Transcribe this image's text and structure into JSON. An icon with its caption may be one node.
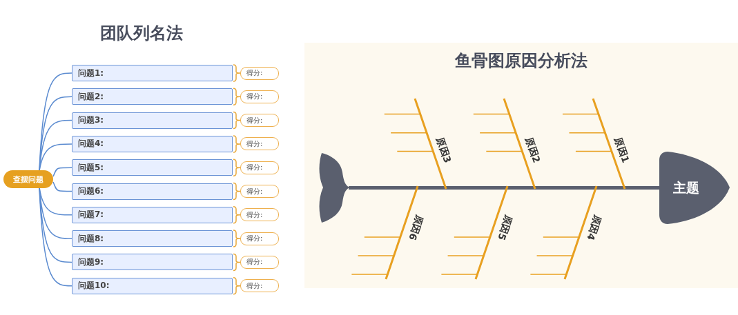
{
  "diagram": {
    "nodes": [
      {
        "text": [
          "查摆问题"
        ]
      },
      {
        "text": [
          "问题1:"
        ]
      },
      {
        "text": [
          "问题2:"
        ]
      },
      {
        "text": [
          "问题3:"
        ]
      },
      {
        "text": [
          "问题4:"
        ]
      },
      {
        "text": [
          "问题5:"
        ]
      },
      {
        "text": [
          "问题6:"
        ]
      },
      {
        "text": [
          "问题7:"
        ]
      },
      {
        "text": [
          "问题8:"
        ]
      },
      {
        "text": [
          "问题9:"
        ]
      },
      {
        "text": [
          "问题10:"
        ]
      },
      {
        "text": [
          "得分:"
        ]
      },
      {
        "text": [
          "得分:"
        ]
      },
      {
        "text": [
          "得分:"
        ]
      },
      {
        "text": [
          "得分:"
        ]
      },
      {
        "text": [
          "得分:"
        ]
      },
      {
        "text": [
          "得分:"
        ]
      },
      {
        "text": [
          "得分:"
        ]
      },
      {
        "text": [
          "得分:"
        ]
      },
      {
        "text": [
          "得分:"
        ]
      },
      {
        "text": [
          "得分:"
        ]
      },
      {
        "text": [],
        "shape": "tail"
      },
      {
        "text": [
          "主题"
        ]
      }
    ],
    "edges": [
      {
        "from": 0,
        "to": 1,
        "arrow": "none",
        "color": "#5b8bd0"
      },
      {
        "from": 0,
        "to": 2,
        "arrow": "none",
        "color": "#5b8bd0"
      },
      {
        "from": 0,
        "to": 3,
        "arrow": "none",
        "color": "#5b8bd0"
      },
      {
        "from": 0,
        "to": 4,
        "arrow": "none",
        "color": "#5b8bd0"
      },
      {
        "from": 0,
        "to": 5,
        "arrow": "none",
        "color": "#5b8bd0"
      },
      {
        "from": 0,
        "to": 6,
        "arrow": "none",
        "color": "#5b8bd0"
      },
      {
        "from": 0,
        "to": 7,
        "arrow": "none",
        "color": "#5b8bd0"
      },
      {
        "from": 0,
        "to": 8,
        "arrow": "none",
        "color": "#5b8bd0"
      },
      {
        "from": 0,
        "to": 9,
        "arrow": "none",
        "color": "#5b8bd0"
      },
      {
        "from": 0,
        "to": 10,
        "arrow": "none",
        "color": "#5b8bd0"
      },
      {
        "from": 1,
        "to": 11,
        "arrow": "none",
        "color": "#e8a838"
      },
      {
        "from": 2,
        "to": 12,
        "arrow": "none",
        "color": "#e8a838"
      },
      {
        "from": 3,
        "to": 13,
        "arrow": "none",
        "color": "#e8a838"
      },
      {
        "from": 4,
        "to": 14,
        "arrow": "none",
        "color": "#e8a838"
      },
      {
        "from": 5,
        "to": 15,
        "arrow": "none",
        "color": "#e8a838"
      },
      {
        "from": 6,
        "to": 16,
        "arrow": "none",
        "color": "#e8a838"
      },
      {
        "from": 7,
        "to": 17,
        "arrow": "none",
        "color": "#e8a838"
      },
      {
        "from": 8,
        "to": 18,
        "arrow": "none",
        "color": "#e8a838"
      },
      {
        "from": 9,
        "to": 19,
        "arrow": "none",
        "color": "#e8a838"
      },
      {
        "from": 10,
        "to": 20,
        "arrow": "none",
        "color": "#e8a838"
      },
      {
        "from": 21,
        "to": 22,
        "arrow": "none",
        "style": "thick",
        "color": "#5a5f6e"
      }
    ],
    "labels": [
      "团队列名法",
      "鱼骨图原因分析法",
      "原因3",
      "原因2",
      "原因1",
      "原因6",
      "原因5",
      "原因4"
    ]
  }
}
